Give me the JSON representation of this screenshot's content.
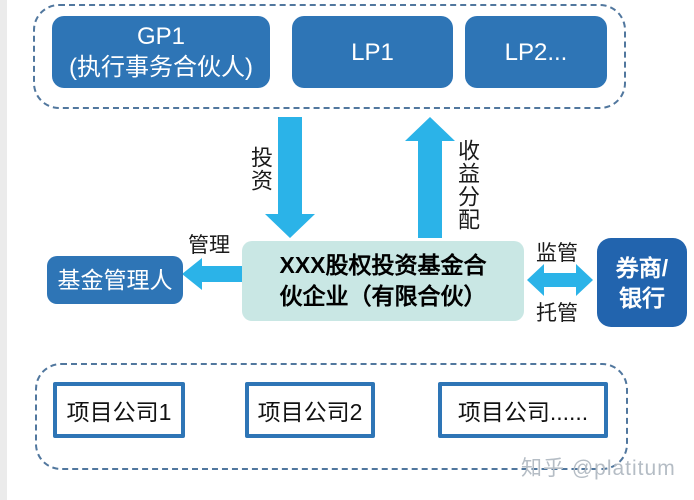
{
  "colors": {
    "primary_blue": "#2E75B6",
    "broker_blue": "#2264AE",
    "arrow_cyan": "#2BB3E8",
    "fund_fill": "#C9E7E4",
    "dashed_border": "#51779E",
    "label_text": "#1A1A1A",
    "project_border": "#2E75B6",
    "watermark_gray": "#B5BDC5"
  },
  "partners": {
    "gp_line1": "GP1",
    "gp_line2": "(执行事务合伙人)",
    "lp1": "LP1",
    "lp2": "LP2..."
  },
  "flows": {
    "invest": "投资",
    "income_distribution": "收益分配",
    "manage": "管理",
    "supervise": "监管",
    "custody": "托管"
  },
  "fund_manager": "基金管理人",
  "fund": {
    "line1": "XXX股权投资基金合",
    "line2": "伙企业（有限合伙）"
  },
  "broker": {
    "line1": "券商/",
    "line2": "银行"
  },
  "projects": [
    "项目公司1",
    "项目公司2",
    "项目公司......"
  ],
  "watermark": "知乎 @platitum"
}
